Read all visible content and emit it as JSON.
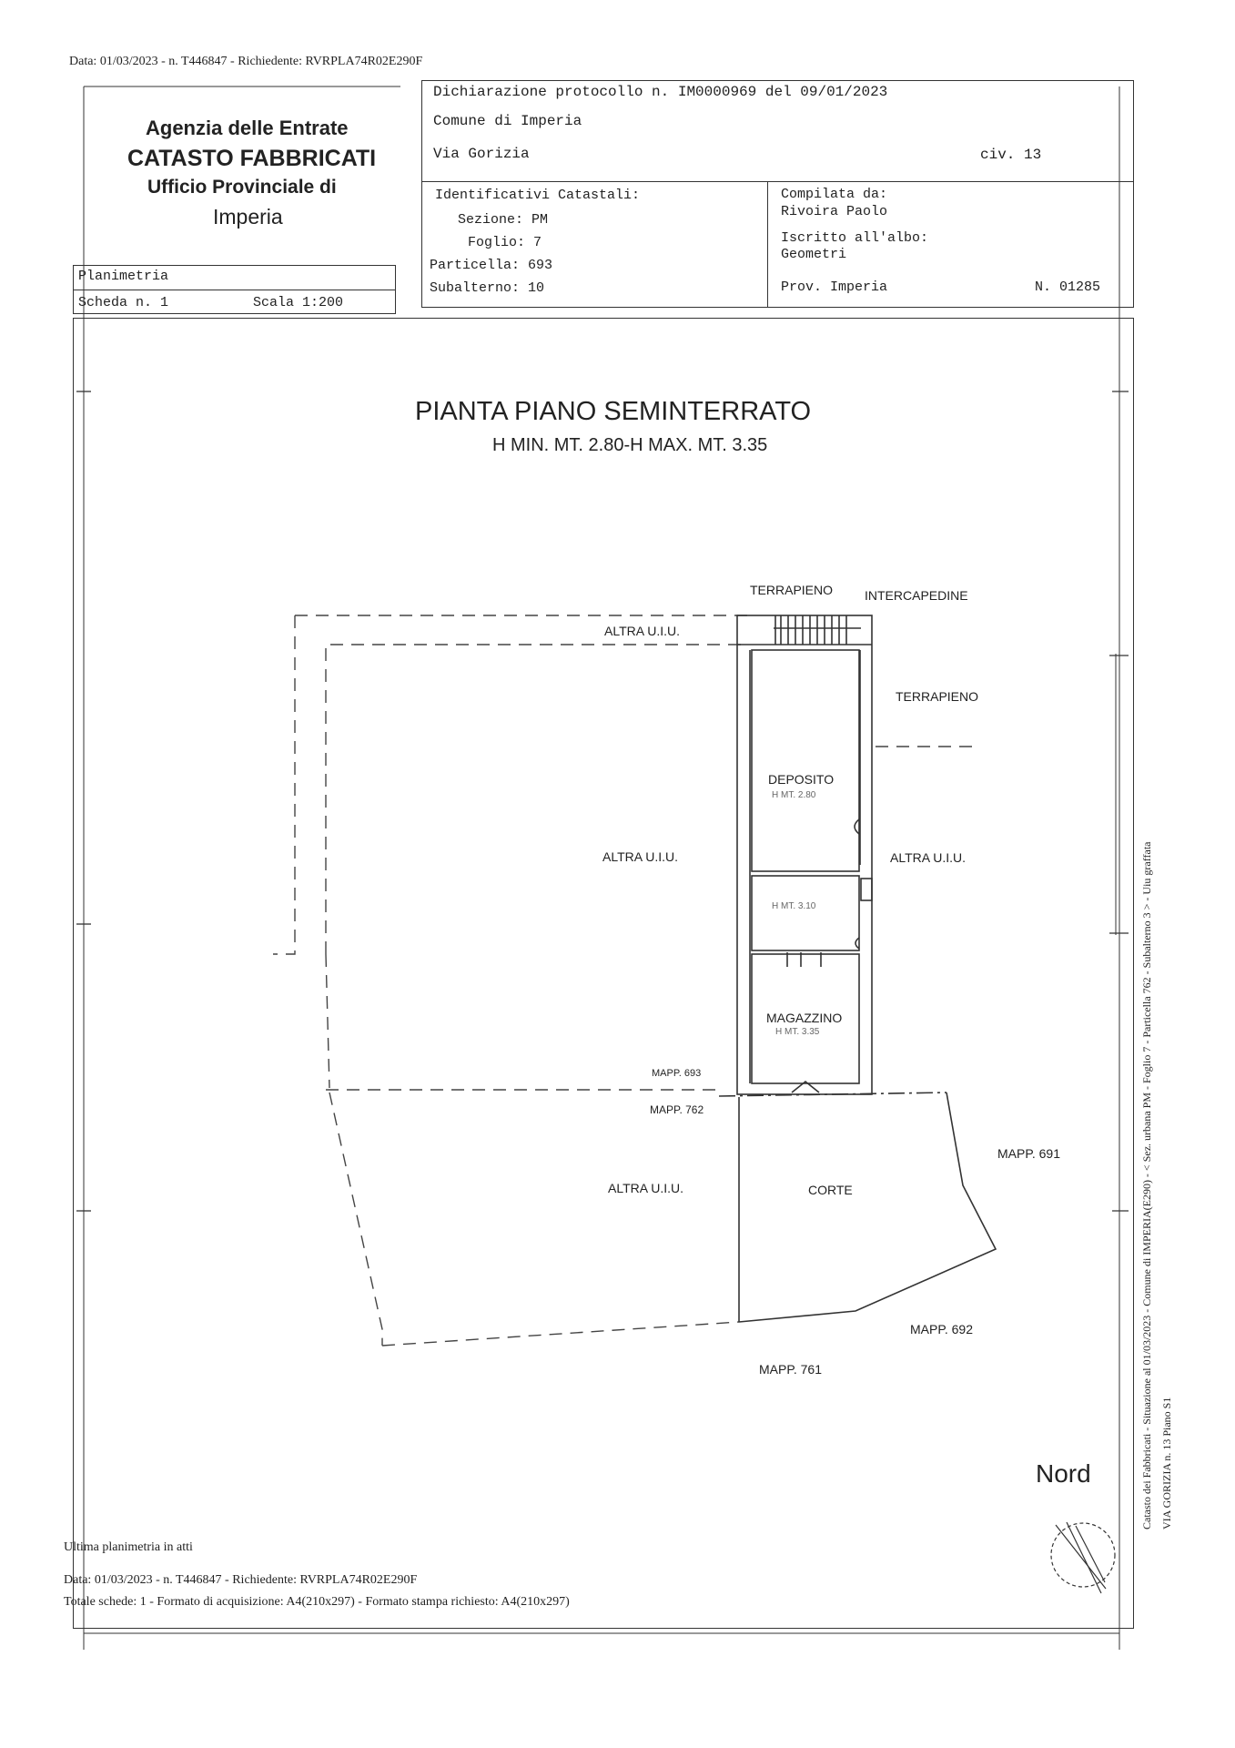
{
  "top_line": "Data: 01/03/2023 - n. T446847 - Richiedente: RVRPLA74R02E290F",
  "agency": {
    "line1": "Agenzia delle Entrate",
    "line2": "CATASTO FABBRICATI",
    "line3": "Ufficio Provinciale di",
    "line4": "Imperia"
  },
  "header": {
    "dichiarazione": "Dichiarazione protocollo n. IM0000969 del 09/01/2023",
    "comune": "Comune di Imperia",
    "via": "Via Gorizia",
    "civ": "civ. 13"
  },
  "identificativi": {
    "title": "Identificativi Catastali:",
    "sezione": "Sezione: PM",
    "foglio": "Foglio: 7",
    "particella": "Particella: 693",
    "subalterno": "Subalterno: 10"
  },
  "compilata": {
    "title": "Compilata da:",
    "name": "Rivoira Paolo",
    "iscritto": "Iscritto all'albo:",
    "albo": "Geometri",
    "prov": "Prov. Imperia",
    "numero": "N. 01285"
  },
  "planimetria": {
    "label": "Planimetria",
    "scheda": "Scheda n. 1",
    "scala": "Scala 1:200"
  },
  "plan": {
    "title": "PIANTA PIANO SEMINTERRATO",
    "subtitle": "H MIN. MT. 2.80-H MAX. MT. 3.35",
    "terrapieno_top": "TERRAPIENO",
    "intercapedine": "INTERCAPEDINE",
    "altra_top": "ALTRA U.I.U.",
    "terrapieno_right": "TERRAPIENO",
    "deposito": "DEPOSITO",
    "deposito_h": "H MT. 2.80",
    "altra_left": "ALTRA U.I.U.",
    "altra_right": "ALTRA U.I.U.",
    "mid_h": "H MT. 3.10",
    "magazzino": "MAGAZZINO",
    "magazzino_h": "H MT. 3.35",
    "mapp693": "MAPP. 693",
    "mapp762": "MAPP. 762",
    "mapp691": "MAPP. 691",
    "altra_bottom": "ALTRA U.I.U.",
    "corte": "CORTE",
    "mapp692": "MAPP. 692",
    "mapp761": "MAPP. 761",
    "nord": "Nord"
  },
  "footer": {
    "ultima": "Ultima planimetria in atti",
    "data": "Data: 01/03/2023 - n. T446847 - Richiedente: RVRPLA74R02E290F",
    "totale": "Totale schede: 1 - Formato di acquisizione: A4(210x297) - Formato stampa richiesto: A4(210x297)"
  },
  "side": {
    "line1": "Catasto dei Fabbricati - Situazione al 01/03/2023 - Comune di IMPERIA(E290) - < Sez. urbana PM - Foglio 7 - Particella 762 - Subalterno 3 > - Uiu graffata",
    "line2": "VIA GORIZIA n. 13 Piano S1"
  }
}
